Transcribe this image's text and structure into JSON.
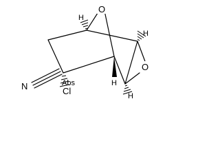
{
  "molecule": {
    "atoms": {
      "bridge_oxygen": "O",
      "epoxide_oxygen": "O",
      "nitrile_nitrogen": "N",
      "chlorine": "Cl",
      "h_top_left": "H",
      "h_top_right": "H",
      "h_bottom_bridgehead": "H",
      "h_bottom_right": "H"
    },
    "stereo_label": "Abs"
  }
}
